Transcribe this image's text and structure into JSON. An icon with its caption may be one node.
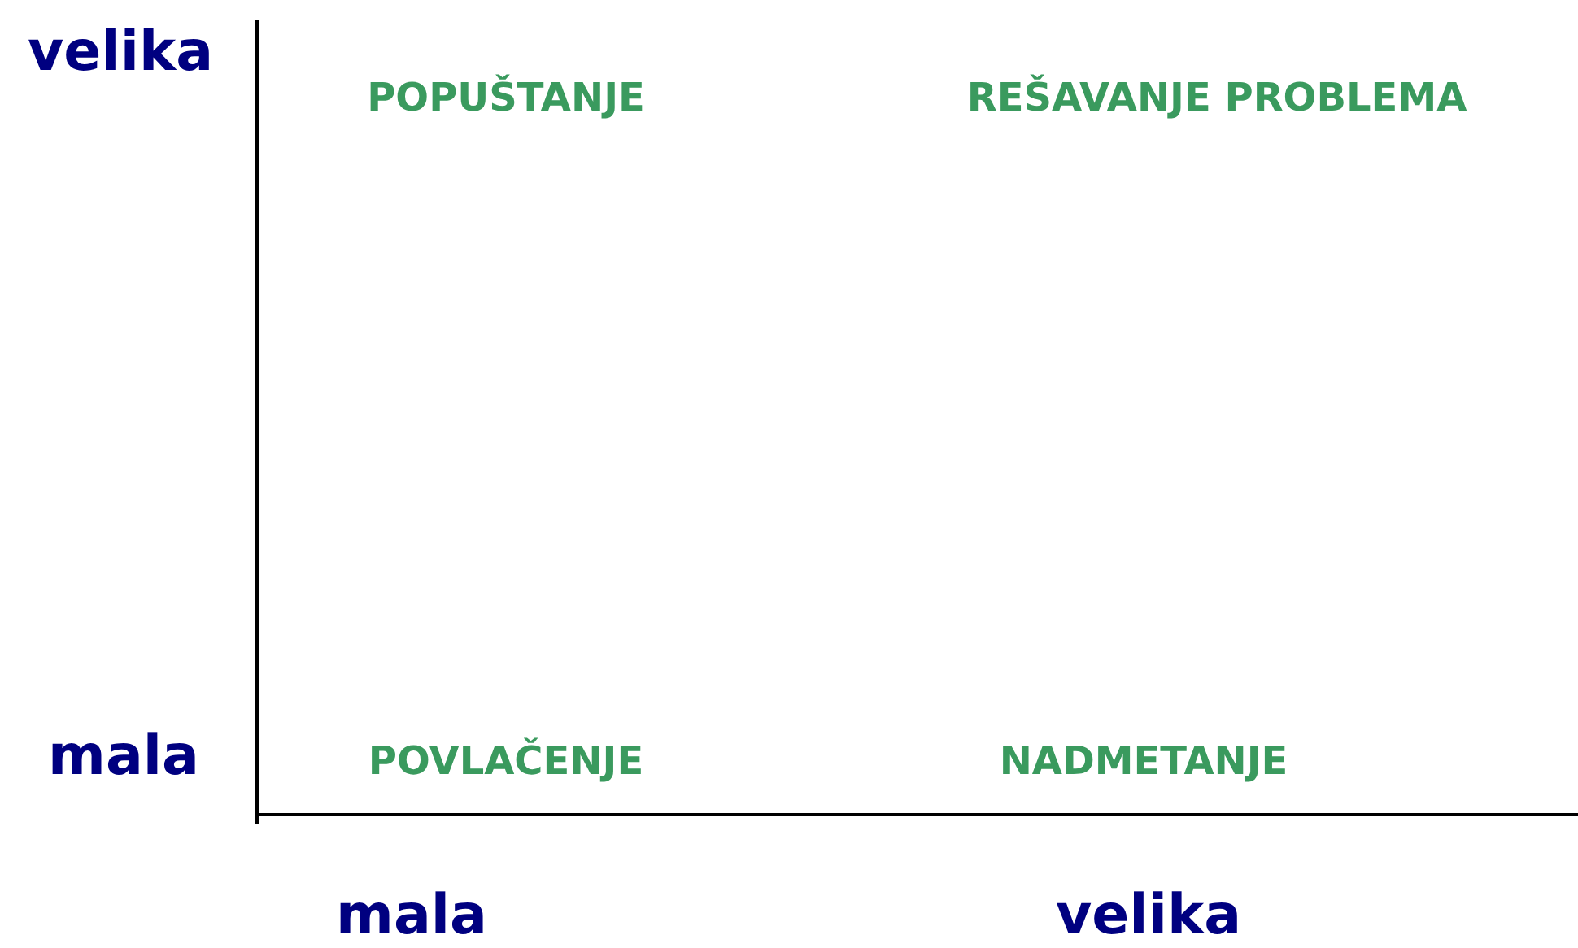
{
  "diagram": {
    "labels": [
      "velika",
      "POPUŠTANJE",
      "REŠAVANJE PROBLEMA",
      "mala",
      "POVLAČENJE",
      "NADMETANJE",
      "mala",
      "velika"
    ]
  }
}
